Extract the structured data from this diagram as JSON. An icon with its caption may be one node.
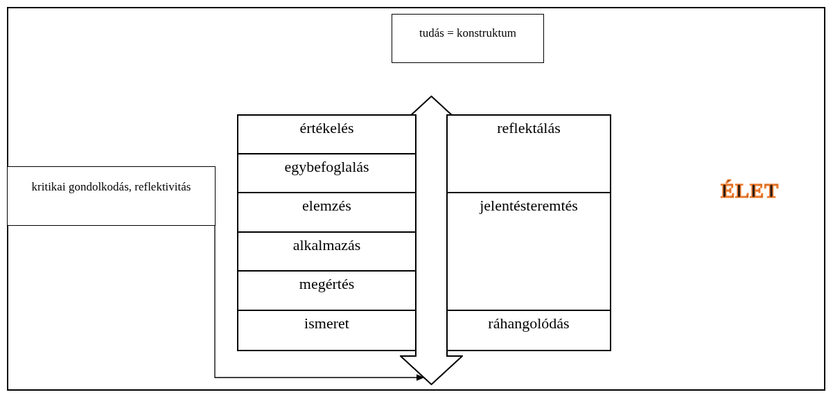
{
  "diagram": {
    "nodes": [
      {
        "text": [
          "tudás = konstruktum"
        ]
      },
      {
        "text": [
          "értékelés"
        ]
      },
      {
        "text": [
          "egybefoglalás"
        ]
      },
      {
        "text": [
          "elemzés"
        ]
      },
      {
        "text": [
          "alkalmazás"
        ]
      },
      {
        "text": [
          "megértés"
        ]
      },
      {
        "text": [
          "ismeret"
        ]
      },
      {
        "text": [
          "reflektálás"
        ]
      },
      {
        "text": [
          "jelentésteremtés"
        ]
      },
      {
        "text": [
          "ráhangolódás"
        ]
      },
      {
        "text": [
          "kritikai gondolkodás, reflektivitás"
        ]
      },
      {
        "text": [],
        "shape": "arrow"
      }
    ],
    "edges": [
      {
        "from": 10,
        "to": 11,
        "arrow": "to"
      }
    ],
    "labels": [
      "ÉLET"
    ]
  }
}
